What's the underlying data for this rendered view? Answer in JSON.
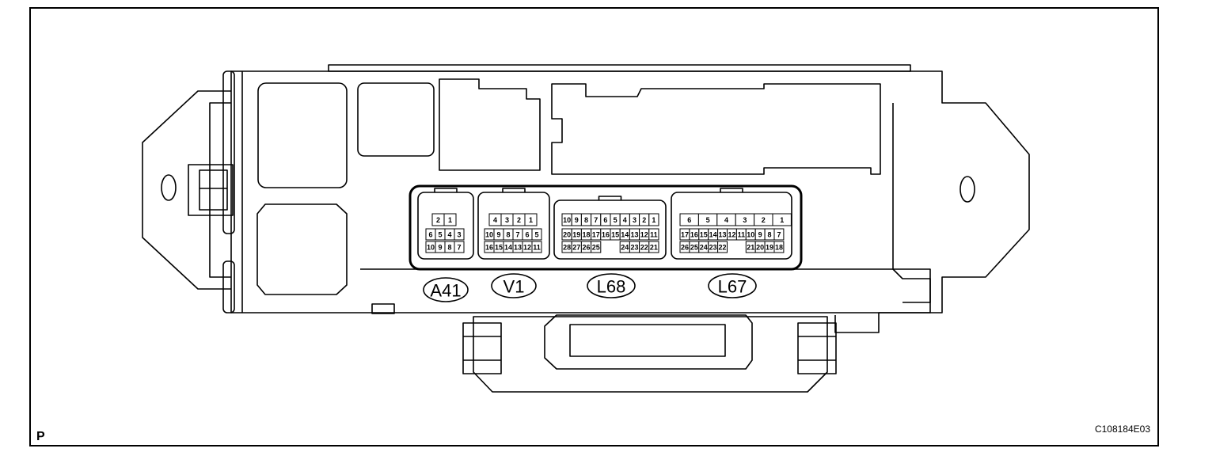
{
  "figure": {
    "view_letter": "P",
    "figure_code": "C108184E03"
  },
  "connectors": [
    {
      "label": "A41",
      "rows": [
        [
          "2",
          "1"
        ],
        [
          "6",
          "5",
          "4",
          "3"
        ],
        [
          "10",
          "9",
          "8",
          "7"
        ]
      ]
    },
    {
      "label": "V1",
      "rows": [
        [
          "4",
          "3",
          "2",
          "1"
        ],
        [
          "10",
          "9",
          "8",
          "7",
          "6",
          "5"
        ],
        [
          "16",
          "15",
          "14",
          "13",
          "12",
          "11"
        ]
      ]
    },
    {
      "label": "L68",
      "rows": [
        [
          "10",
          "9",
          "8",
          "7",
          "6",
          "5",
          "4",
          "3",
          "2",
          "1"
        ],
        [
          "20",
          "19",
          "18",
          "17",
          "16",
          "15",
          "14",
          "13",
          "12",
          "11"
        ],
        [
          "28",
          "27",
          "26",
          "25",
          "",
          "",
          "24",
          "23",
          "22",
          "21"
        ]
      ]
    },
    {
      "label": "L67",
      "rows": [
        [
          "6",
          "5",
          "4",
          "3",
          "2",
          "1"
        ],
        [
          "17",
          "16",
          "15",
          "14",
          "13",
          "12",
          "11",
          "10",
          "9",
          "8",
          "7"
        ],
        [
          "26",
          "25",
          "24",
          "23",
          "22",
          "",
          "",
          "21",
          "20",
          "19",
          "18"
        ]
      ]
    }
  ]
}
